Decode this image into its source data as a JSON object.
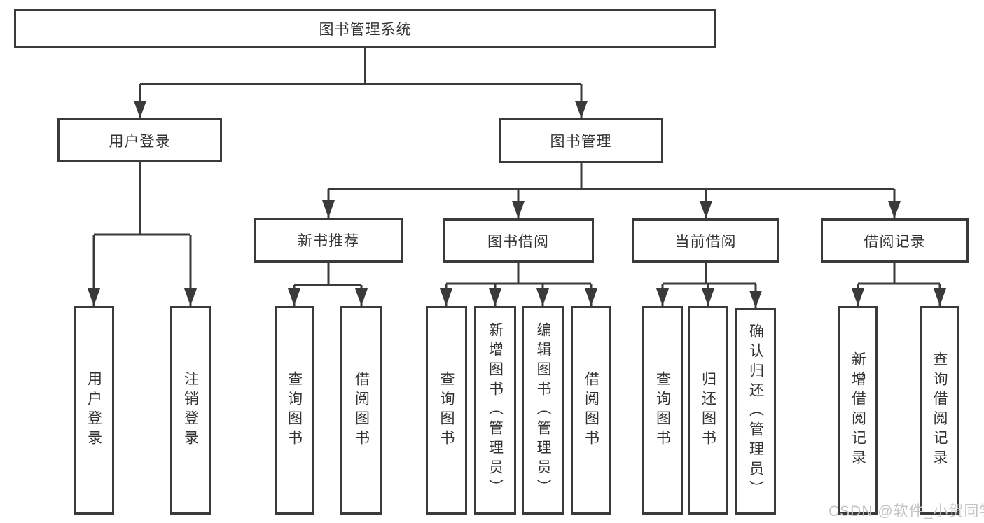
{
  "tree": {
    "root": {
      "label": "图书管理系统"
    },
    "branches": [
      {
        "label": "用户登录",
        "children": [
          {
            "label": "用户登录"
          },
          {
            "label": "注销登录"
          }
        ]
      },
      {
        "label": "图书管理",
        "children": [
          {
            "label": "新书推荐",
            "children": [
              {
                "label": "查询图书"
              },
              {
                "label": "借阅图书"
              }
            ]
          },
          {
            "label": "图书借阅",
            "children": [
              {
                "label": "查询图书"
              },
              {
                "label": "新增图书（管理员）"
              },
              {
                "label": "编辑图书（管理员）"
              },
              {
                "label": "借阅图书"
              }
            ]
          },
          {
            "label": "当前借阅",
            "children": [
              {
                "label": "查询图书"
              },
              {
                "label": "归还图书"
              },
              {
                "label": "确认归还（管理员）"
              }
            ]
          },
          {
            "label": "借阅记录",
            "children": [
              {
                "label": "新增借阅记录"
              },
              {
                "label": "查询借阅记录"
              }
            ]
          }
        ]
      }
    ]
  },
  "watermark": "CSDN @软件_小贺同学",
  "colors": {
    "line": "#3a3a3a",
    "box_border": "#3a3a3a",
    "text": "#333333",
    "watermark": "#c4c4c4",
    "background": "#ffffff"
  }
}
